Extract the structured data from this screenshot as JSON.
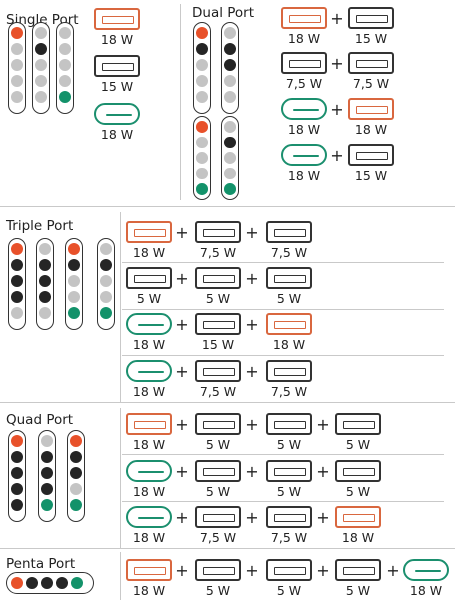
{
  "labels": {
    "single": "Single Port",
    "dual": "Dual Port",
    "triple": "Triple Port",
    "quad": "Quad Port",
    "penta": "Penta Port"
  },
  "plus": "+",
  "watts": {
    "w18": "18 W",
    "w15": "15 W",
    "w75": "7,5 W",
    "w5": "5 W"
  },
  "colors": {
    "accent": "#e8512a",
    "usbc": "#13926a",
    "port": "#333333",
    "inactive": "#c4c4c4"
  },
  "legend": {
    "led_colors": [
      "orange",
      "black",
      "gray",
      "green"
    ],
    "port_types": [
      "usb-a-orange",
      "usb-a-black",
      "usb-c"
    ]
  }
}
